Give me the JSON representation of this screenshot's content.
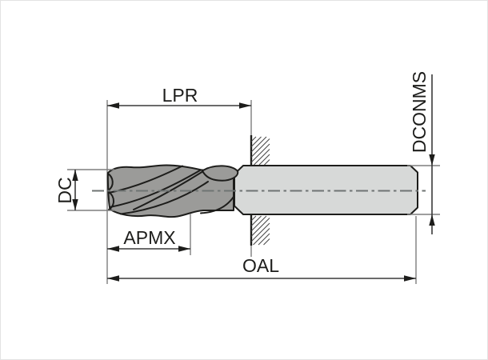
{
  "drawing": {
    "subject": "solid-end-mill-dimension-diagram",
    "labels": {
      "lpr": "LPR",
      "dc": "DC",
      "apmx": "APMX",
      "oal": "OAL",
      "dconms": "DCONMS"
    },
    "colors": {
      "background": "#ffffff",
      "outline": "#1d1d1b",
      "flute_fill": "#9b9b99",
      "shank_fill": "#d7d9d8",
      "dimension_line": "#3a3a3a",
      "extension_line": "#7e7e7e",
      "centerline": "#6f7473"
    }
  }
}
